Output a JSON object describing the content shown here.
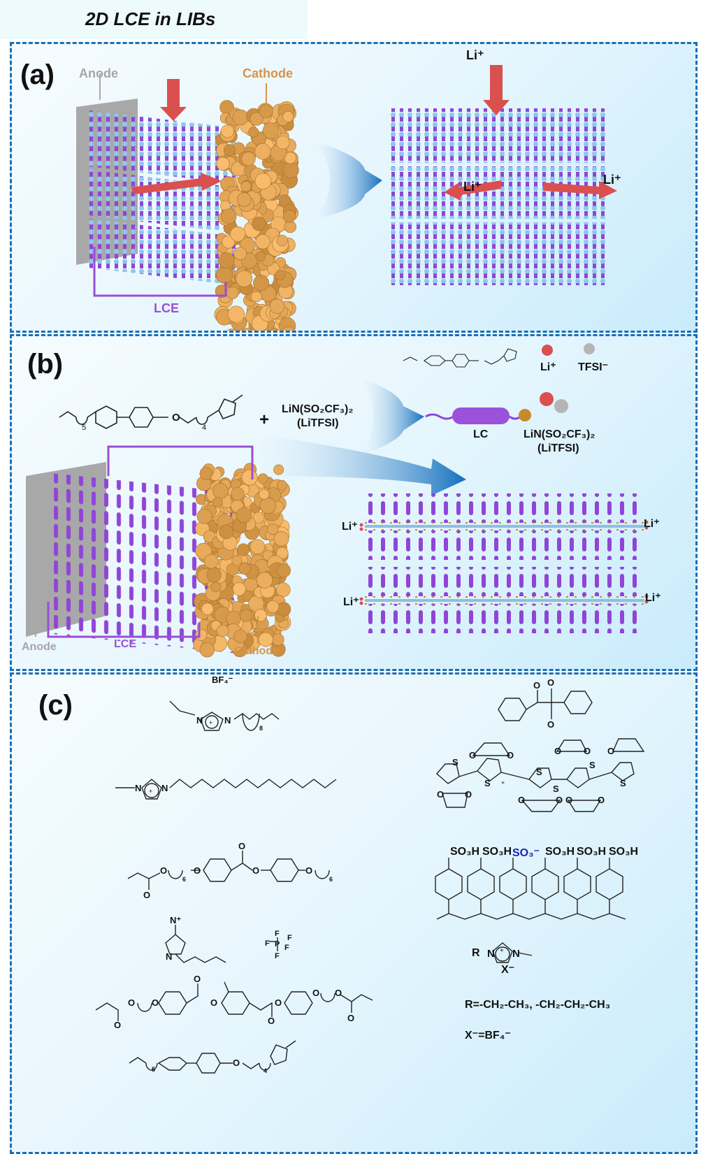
{
  "title": "2D LCE in LIBs",
  "colors": {
    "border": "#1a6fb5",
    "lc_purple": "#8f45d6",
    "lc_head_blue": "#7fbde6",
    "cathode": "#d1954b",
    "anode": "#a8a8a8",
    "arrow_red": "#d9504f",
    "arrow_blue": "#1570bd",
    "li_red": "#d9504f",
    "tfsi_gray": "#b5b5b5"
  },
  "panel_a": {
    "label": "(a)",
    "anode": "Anode",
    "cathode": "Cathode",
    "lce": "LCE",
    "li_top": "Li⁺",
    "li_mid": "Li⁺",
    "li_right": "Li⁺"
  },
  "panel_b": {
    "label": "(b)",
    "plus": "+",
    "salt_formula": "LiN(SO₂CF₃)₂",
    "salt_name": "(LiTFSI)",
    "legend_li": "Li⁺",
    "legend_tfsi": "TFSI⁻",
    "legend_lc": "LC",
    "legend_salt_formula": "LiN(SO₂CF₃)₂",
    "legend_salt_name": "(LiTFSI)",
    "li_labels": [
      "Li⁺",
      "Li⁺",
      "Li⁺",
      "Li⁺"
    ],
    "anode": "Anode",
    "lce": "LCE",
    "cathode": "Cathode",
    "mol_sub_5": "5",
    "mol_sub_4": "4",
    "mol_o": "O"
  },
  "panel_c": {
    "label": "(c)",
    "bf4": "BF₄⁻",
    "n": "N",
    "n_plus": "N⁺",
    "plus": "+",
    "sub_8": "8",
    "sub_6": "6",
    "sub_5": "5",
    "sub_4": "4",
    "o": "O",
    "s": "S",
    "f": "F",
    "p": "P",
    "so3h": "SO₃H",
    "so3_minus": "SO₃⁻",
    "r": "R",
    "x_minus": "X⁻",
    "r_def": "R=-CH₂-CH₃, -CH₂-CH₂-CH₃",
    "x_def": "X⁻=BF₄⁻"
  }
}
